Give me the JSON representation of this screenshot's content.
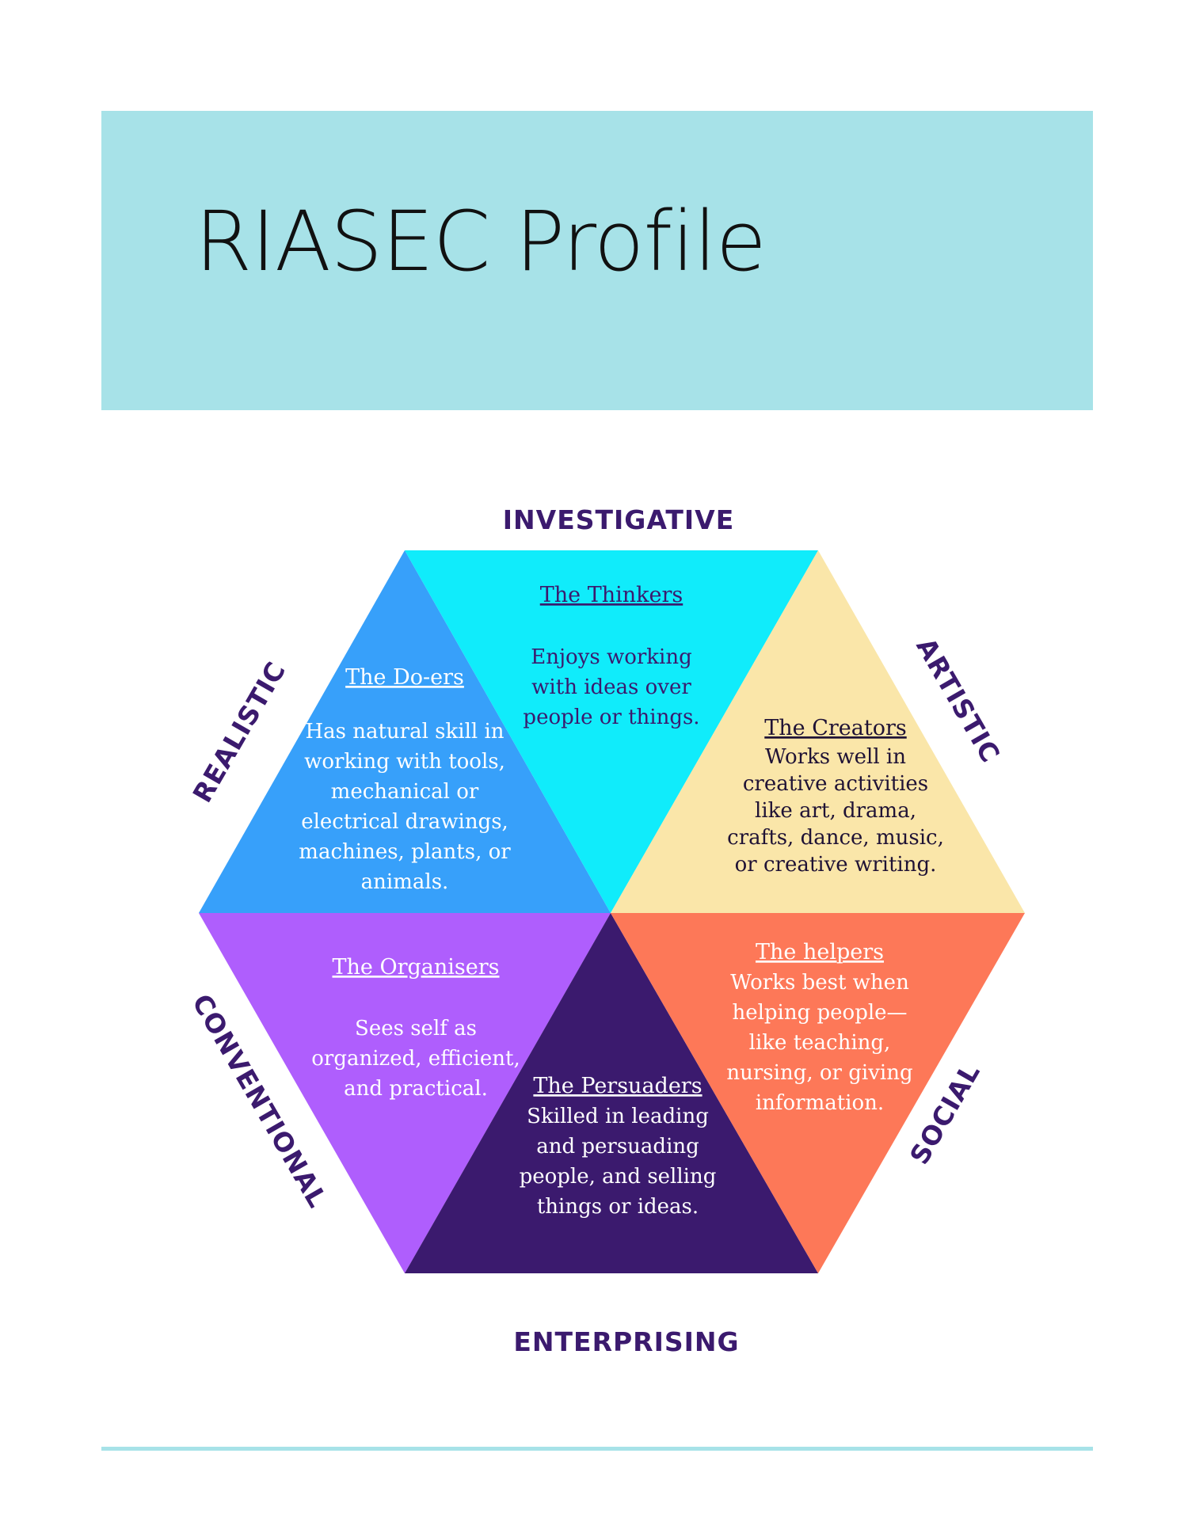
{
  "title": "RIASEC Profile",
  "colors": {
    "header_band": "#a7e2e8",
    "label": "#3b1a6e",
    "realistic": "#37a0fa",
    "investigative": "#10ecfb",
    "artistic": "#fae6a9",
    "social": "#fd7858",
    "enterprising": "#3b1a6e",
    "conventional": "#af5efd"
  },
  "labels": {
    "investigative": "INVESTIGATIVE",
    "artistic": "ARTISTIC",
    "social": "SOCIAL",
    "enterprising": "ENTERPRISING",
    "conventional": "CONVENTIONAL",
    "realistic": "REALISTIC"
  },
  "sectors": {
    "investigative": {
      "title": "The Thinkers",
      "lines": [
        "Enjoys working",
        "with ideas over",
        "people or things."
      ]
    },
    "realistic": {
      "title": "The Do-ers",
      "lines": [
        "Has natural skill in",
        "working with tools,",
        "mechanical or",
        "electrical drawings,",
        "machines, plants, or",
        "animals."
      ]
    },
    "artistic": {
      "title": "The Creators",
      "lines": [
        "Works well in",
        "creative activities",
        "like art, drama,",
        "crafts, dance, music,",
        "or creative writing."
      ]
    },
    "conventional": {
      "title": "The Organisers",
      "lines": [
        "Sees self as",
        "organized, efficient,",
        "and practical."
      ]
    },
    "enterprising": {
      "title": "The Persuaders",
      "lines": [
        "Skilled in leading",
        "and persuading",
        "people, and selling",
        "things or ideas."
      ]
    },
    "social": {
      "title": "The helpers",
      "lines": [
        "Works best when",
        "helping people—",
        "like teaching,",
        "nursing, or giving",
        "information."
      ]
    }
  }
}
